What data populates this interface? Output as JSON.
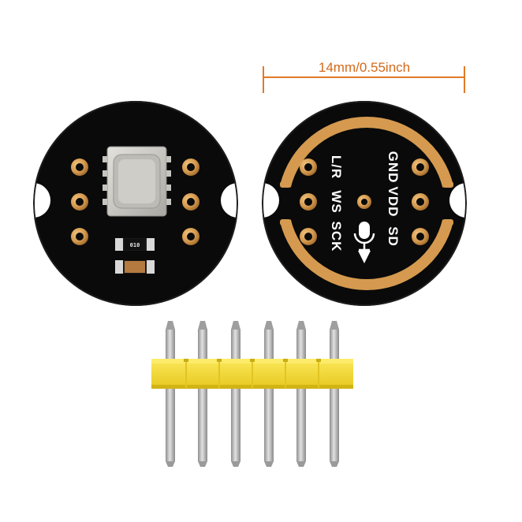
{
  "dimension": {
    "label": "14mm/0.55inch",
    "color": "#e07a2a"
  },
  "front_board": {
    "resistor_code": "010"
  },
  "back_board": {
    "pins_left": [
      "L/R",
      "WS",
      "SCK"
    ],
    "pins_right": [
      "GND",
      "VDD",
      "SD"
    ]
  },
  "header": {
    "pin_count": 6
  },
  "colors": {
    "pcb": "#0a0a0a",
    "gold": "#d59a4f",
    "silkscreen": "#ffffff",
    "header_plastic": "#f4e03a",
    "pin_metal": "#b9b9b9",
    "sensor_can": "#c8c6c1"
  }
}
